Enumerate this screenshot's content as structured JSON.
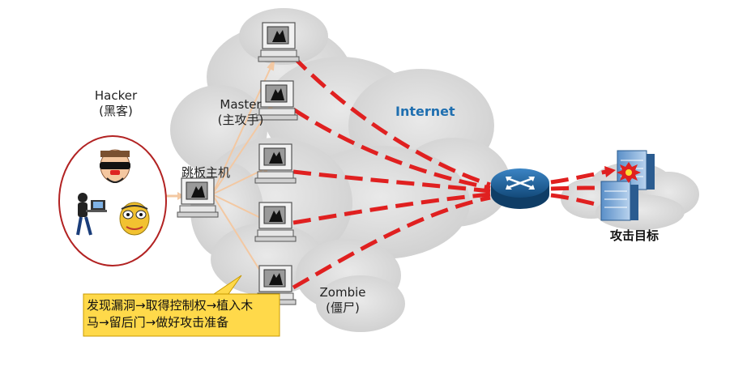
{
  "hacker": {
    "title": "Hacker",
    "subtitle": "(黑客)"
  },
  "jump_host": {
    "label": "跳板主机"
  },
  "master": {
    "title": "Master",
    "subtitle": "(主攻手)"
  },
  "internet": {
    "label": "Internet"
  },
  "zombie": {
    "title": "Zombie",
    "subtitle": "(僵尸)"
  },
  "target": {
    "label": "攻击目标"
  },
  "callout": {
    "line1": "发现漏洞→取得控制权→植入木",
    "line2": "马→留后门→做好攻击准备"
  },
  "colors": {
    "cloud": "#d8d8d8",
    "attack_line": "#e02020",
    "control_line": "#f3c8a2",
    "router": "#1b5c93",
    "callout_fill": "#ffd94a",
    "hacker_ring": "#b22222"
  },
  "icons": {
    "hacker_group": "hacker-group-icon",
    "computer": "computer-icon",
    "router": "router-icon",
    "server": "server-icon",
    "explosion": "explosion-icon"
  }
}
